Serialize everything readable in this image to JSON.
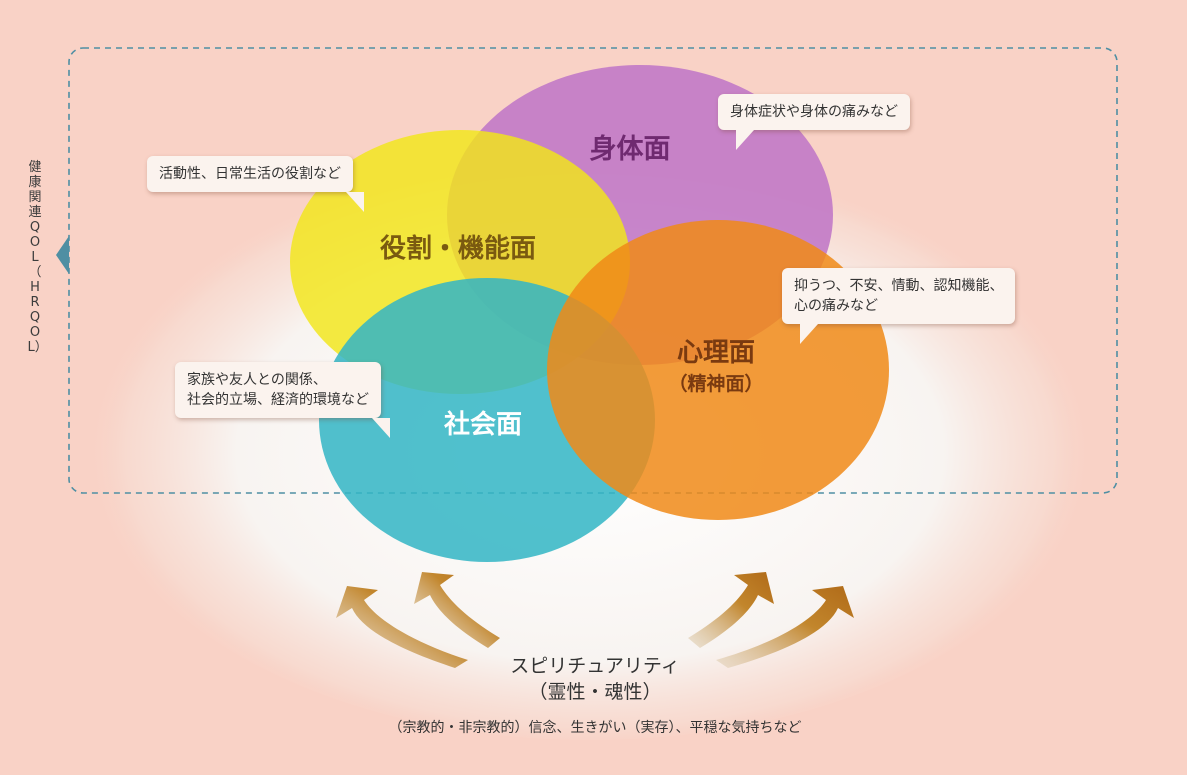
{
  "hrqol_label": "健康関連QOL（HRQOL）",
  "circles": {
    "physical": {
      "label": "身体面",
      "color": "#c179c6",
      "label_color": "#6f2a70"
    },
    "role": {
      "label": "役割・機能面",
      "color": "#f0e62a",
      "label_color": "#7a5a10"
    },
    "psych": {
      "label": "心理面",
      "sub": "（精神面）",
      "color": "#ef8a22",
      "label_color": "#7a3a10"
    },
    "social": {
      "label": "社会面",
      "color": "#45bcc8",
      "label_color": "#ffffff"
    }
  },
  "callouts": {
    "physical": "身体症状や身体の痛みなど",
    "role": "活動性、日常生活の役割など",
    "psych_line1": "抑うつ、不安、情動、認知機能、",
    "psych_line2": "心の痛みなど",
    "social_line1": "家族や友人との関係、",
    "social_line2": "社会的立場、経済的環境など"
  },
  "spirituality": {
    "title": "スピリチュアリティ",
    "sub": "（霊性・魂性）",
    "desc": "（宗教的・非宗教的）信念、生きがい（実存）、平穏な気持ちなど"
  },
  "colors": {
    "background": "#f9d2c6",
    "dashed_border": "#4f8fa3",
    "arrow_indicator": "#4f8fa3",
    "arrow_fill": "#c08a30"
  }
}
